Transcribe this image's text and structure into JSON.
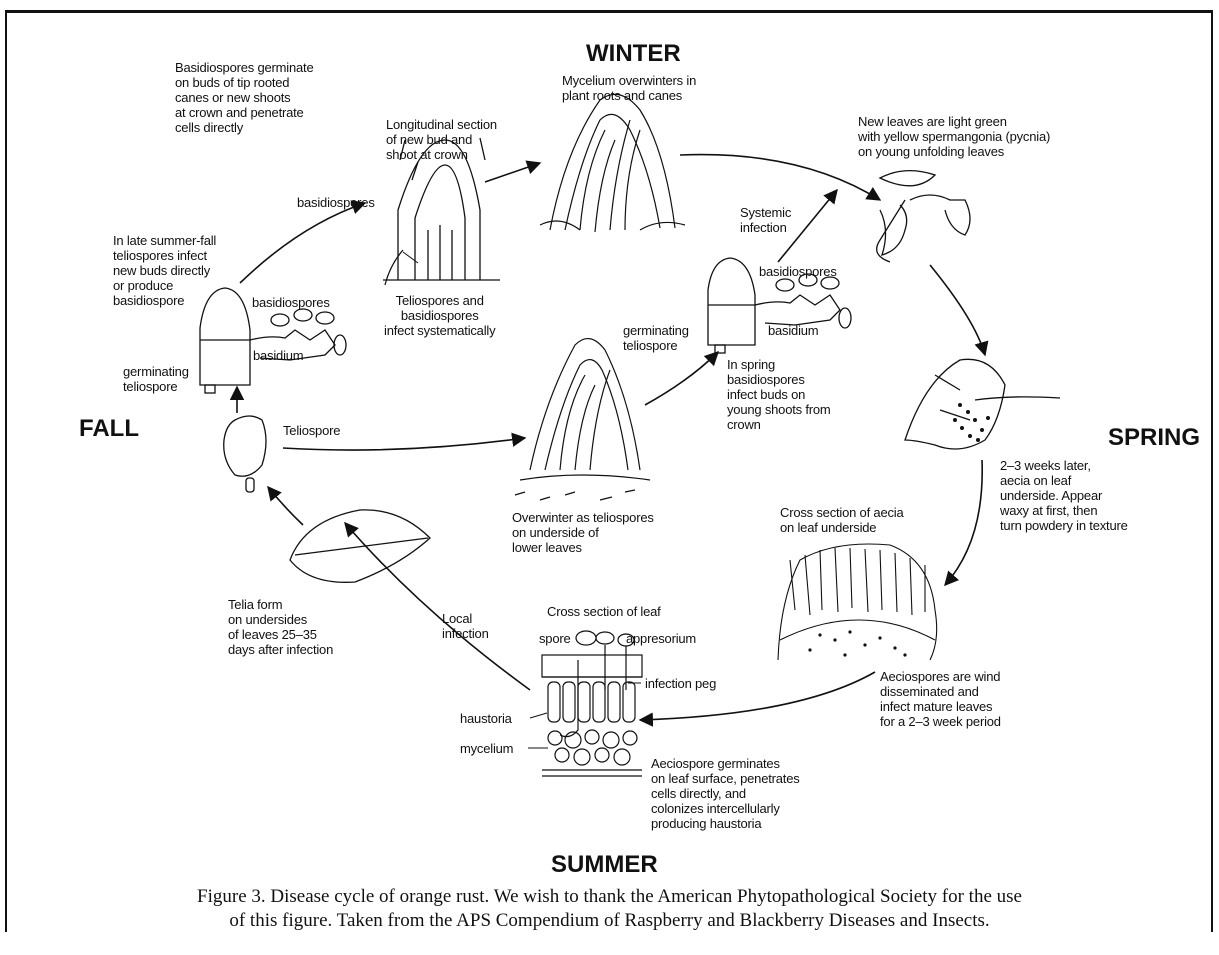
{
  "seasons": {
    "winter": "WINTER",
    "spring": "SPRING",
    "summer": "SUMMER",
    "fall": "FALL"
  },
  "labels": {
    "basidio_germinate": "Basidiospores germinate\non buds of tip rooted\ncanes or new shoots\nat crown and penetrate\ncells directly",
    "longitudinal": "Longitudinal section\nof new bud and\nshoot at crown",
    "basidiospores_top": "basidiospores",
    "late_summer": "In late summer-fall\nteliospores infect\nnew buds directly\nor produce\nbasidiospore",
    "basidiospores_left": "basidiospores",
    "basidium_left": "basidium",
    "germinating_left": "germinating\nteliospore",
    "teliospores_infect": "Teliospores and\nbasidiospores\ninfect systematically",
    "mycelium_overwinters": "Mycelium overwinters in\nplant roots and canes",
    "new_leaves": "New leaves are light green\nwith yellow spermangonia (pycnia)\non young unfolding leaves",
    "systemic": "Systemic\ninfection",
    "basidiospores_right": "basidiospores",
    "basidium_right": "basidium",
    "germinating_right": "germinating\nteliospore",
    "in_spring": "In spring\nbasidiospores\ninfect buds on\nyoung shoots from\ncrown",
    "teliospore": "Teliospore",
    "overwinter_teliospores": "Overwinter as teliospores\non underside of\nlower leaves",
    "weeks_later": "2–3 weeks later,\naecia on leaf\nunderside. Appear\nwaxy at first, then\nturn powdery in texture",
    "cross_aecia": "Cross section of aecia\non leaf underside",
    "telia_form": "Telia form\non undersides\nof leaves 25–35\ndays after infection",
    "local_infection": "Local\ninfection",
    "cross_leaf": "Cross section of leaf",
    "spore": "spore",
    "appresorium": "appresorium",
    "infection_peg": "infection peg",
    "haustoria": "haustoria",
    "mycelium": "mycelium",
    "aeciospores_wind": "Aeciospores are wind\ndisseminated and\ninfect mature leaves\nfor a 2–3 week period",
    "aeciospore_germinates": "Aeciospore germinates\non leaf surface, penetrates\ncells directly, and\ncolonizes intercellularly\nproducing haustoria"
  },
  "caption": {
    "line1": "Figure 3. Disease cycle of orange rust. We wish to thank the American Phytopathological Society for the use",
    "line2": "of this figure. Taken from the APS Compendium of Raspberry and Blackberry Diseases and Insects."
  }
}
